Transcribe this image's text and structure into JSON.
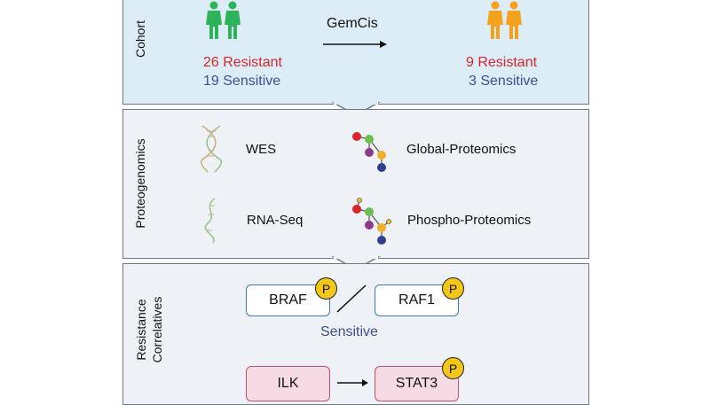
{
  "cohort": {
    "label": "Cohort",
    "treatment": "GemCis",
    "before": {
      "resistant": "26 Resistant",
      "sensitive": "19 Sensitive"
    },
    "after": {
      "resistant": "9 Resistant",
      "sensitive": "3 Sensitive"
    },
    "colors": {
      "before_people": "#2fb35a",
      "after_people": "#f4a21e"
    }
  },
  "proteogenomics": {
    "label": "Proteogenomics",
    "items": [
      "WES",
      "Global-Proteomics",
      "RNA-Seq",
      "Phospho-Proteomics"
    ]
  },
  "resistance": {
    "label_line1": "Resistance",
    "label_line2": "Correlatives",
    "sensitive_genes": [
      "BRAF",
      "RAF1"
    ],
    "sensitive_label": "Sensitive",
    "resistant_genes": [
      "ILK",
      "STAT3"
    ],
    "phospho_badge": "P"
  }
}
